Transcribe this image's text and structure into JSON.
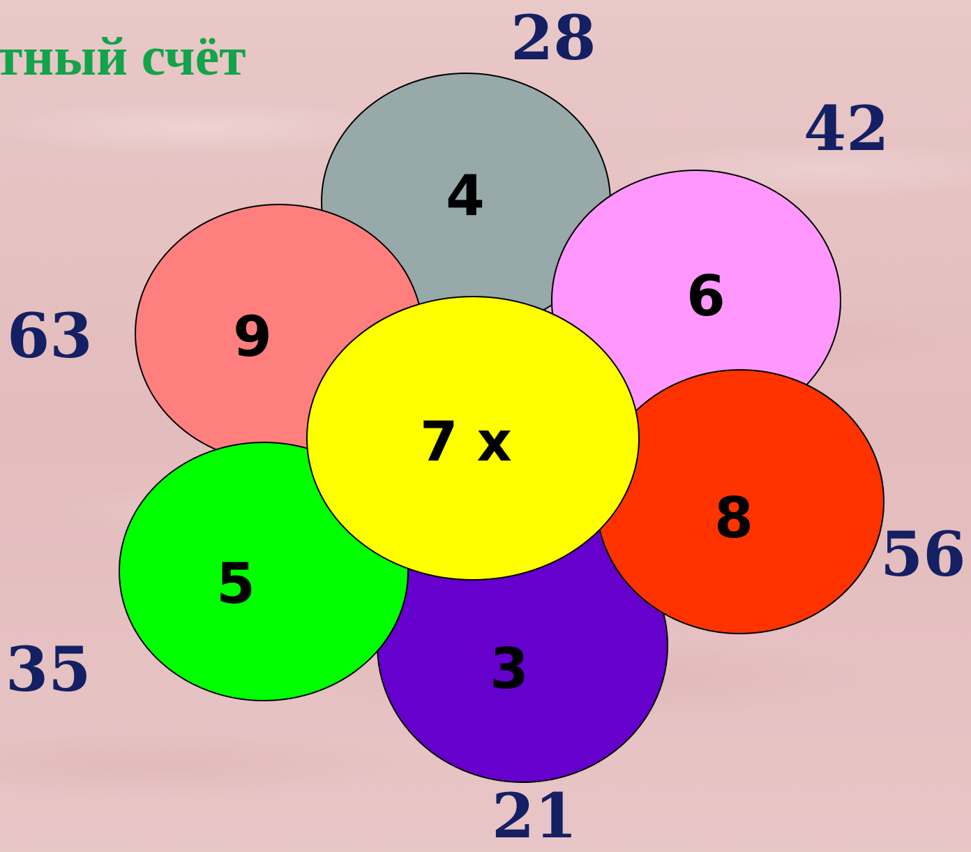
{
  "title": "тный счёт",
  "center": {
    "label": "7 x",
    "color": "#ffff00"
  },
  "petals": [
    {
      "id": "4",
      "label": "4",
      "product": "28",
      "color": "#97aaa9"
    },
    {
      "id": "9",
      "label": "9",
      "product": "63",
      "color": "#ff7f7f"
    },
    {
      "id": "6",
      "label": "6",
      "product": "42",
      "color": "#ff97ff"
    },
    {
      "id": "5",
      "label": "5",
      "product": "35",
      "color": "#00ff00"
    },
    {
      "id": "8",
      "label": "8",
      "product": "56",
      "color": "#ff3300"
    },
    {
      "id": "3",
      "label": "3",
      "product": "21",
      "color": "#6600cc"
    }
  ]
}
